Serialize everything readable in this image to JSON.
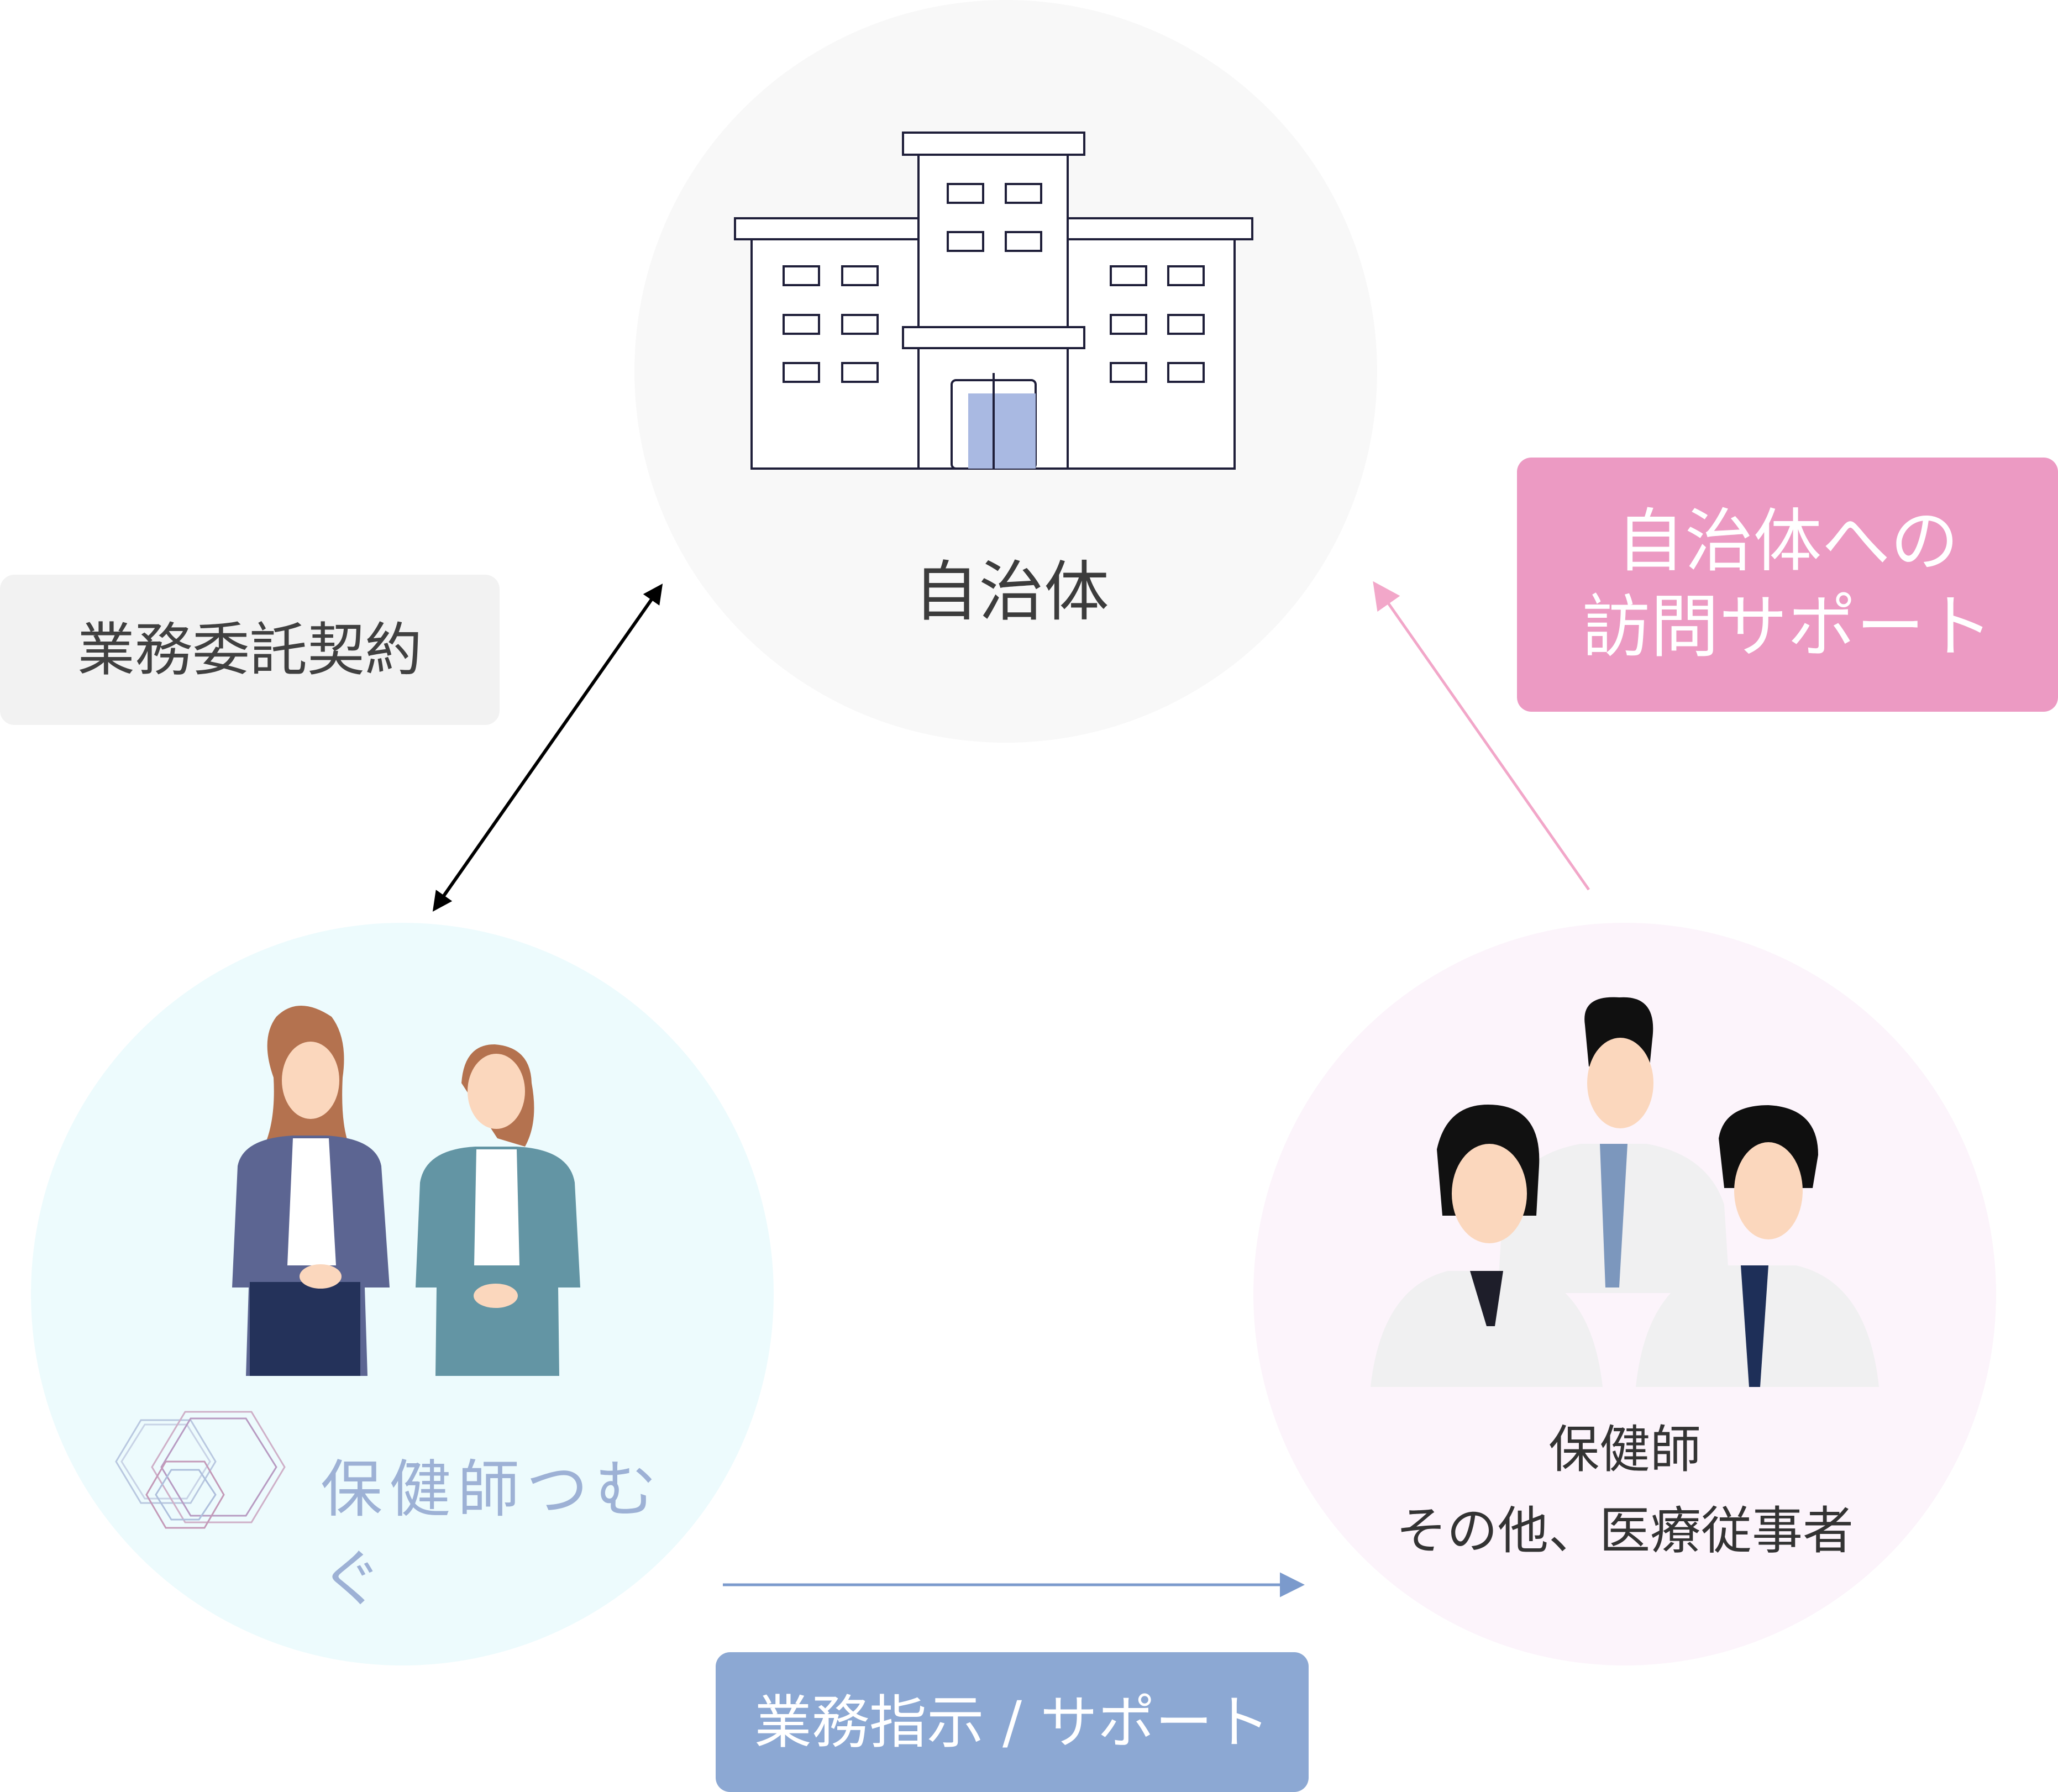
{
  "nodes": {
    "municipality": {
      "label": "自治体"
    },
    "tsumugu": {
      "brand": "保健師つむぐ"
    },
    "staff": {
      "line1": "保健師",
      "line2": "その他、医療従事者"
    }
  },
  "edges": {
    "contract": {
      "label": "業務委託契約"
    },
    "visit_support": {
      "line1": "自治体への",
      "line2": "訪問サポート"
    },
    "instruction": {
      "label": "業務指示 / サポート"
    }
  },
  "colors": {
    "municipality_circle": "#f8f8f8",
    "tsumugu_circle": "#edfbfd",
    "staff_circle": "#fcf4fb",
    "contract_box": "#f2f2f2",
    "visit_box": "#ec9ac3",
    "instruction_box": "#8ca8d3",
    "contract_arrow": "#000000",
    "visit_arrow": "#f2a7c9",
    "instruction_arrow": "#7b9acc"
  },
  "icons": [
    "building-icon",
    "two-women-icon",
    "tsumugu-hexagon-logo-icon",
    "medical-staff-icon"
  ]
}
